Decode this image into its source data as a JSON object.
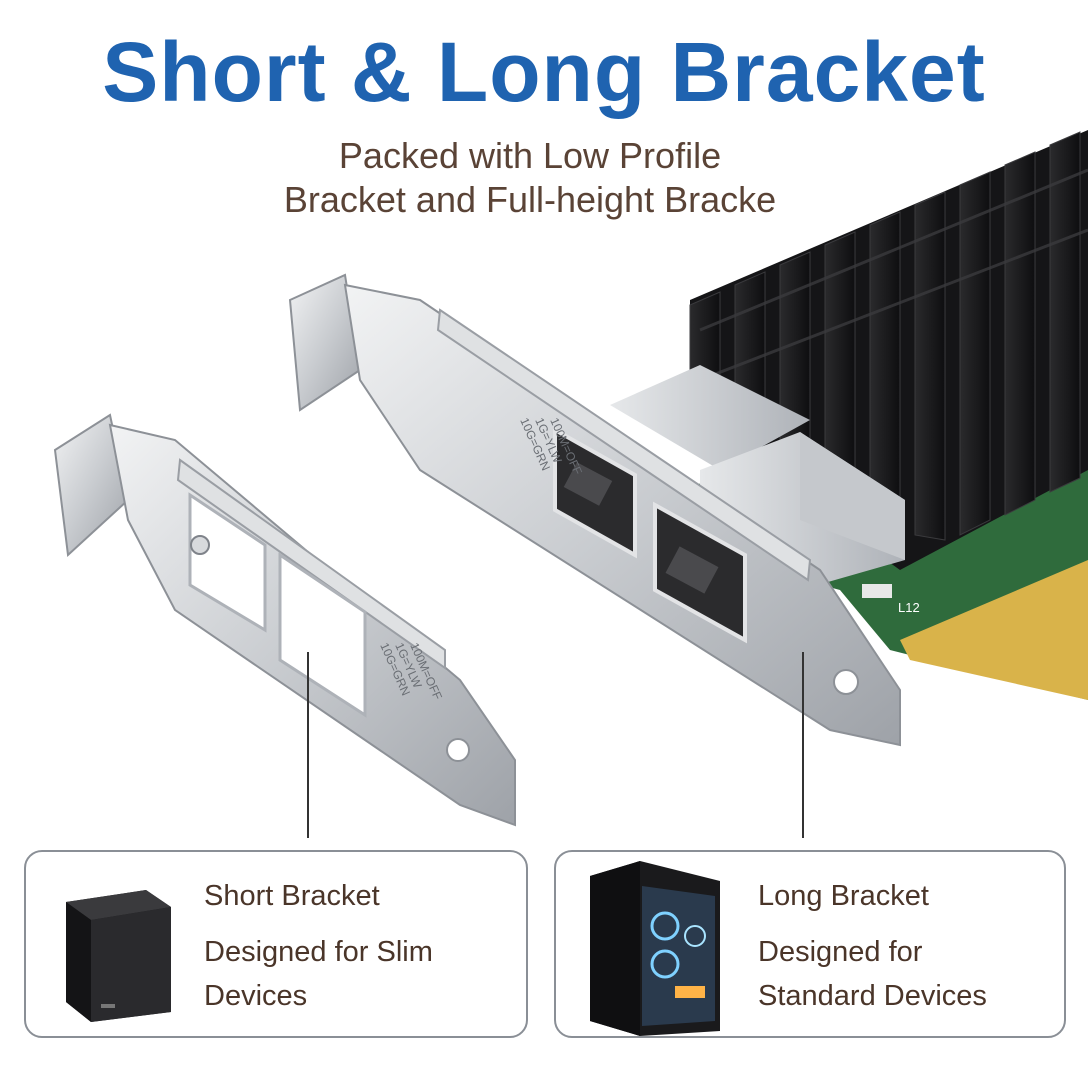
{
  "header": {
    "title": "Short & Long Bracket",
    "subtitle_line1": "Packed with Low Profile",
    "subtitle_line2": "Bracket and Full-height Bracke"
  },
  "product": {
    "port_label_1": "10G=GRN",
    "port_label_2": "1G=YLW",
    "port_label_3": "100M=OFF",
    "board_marking": "L12"
  },
  "cards": {
    "short": {
      "label": "Short Bracket",
      "description": "Designed for Slim Devices",
      "case_icon": "mini-pc-case"
    },
    "long": {
      "label": "Long Bracket",
      "description": "Designed for Standard Devices",
      "case_icon": "tower-pc-case"
    }
  },
  "colors": {
    "title": "#1f63b0",
    "text": "#4a3529",
    "heatsink": "#1c1c1e",
    "pcb": "#2f6b3c"
  }
}
